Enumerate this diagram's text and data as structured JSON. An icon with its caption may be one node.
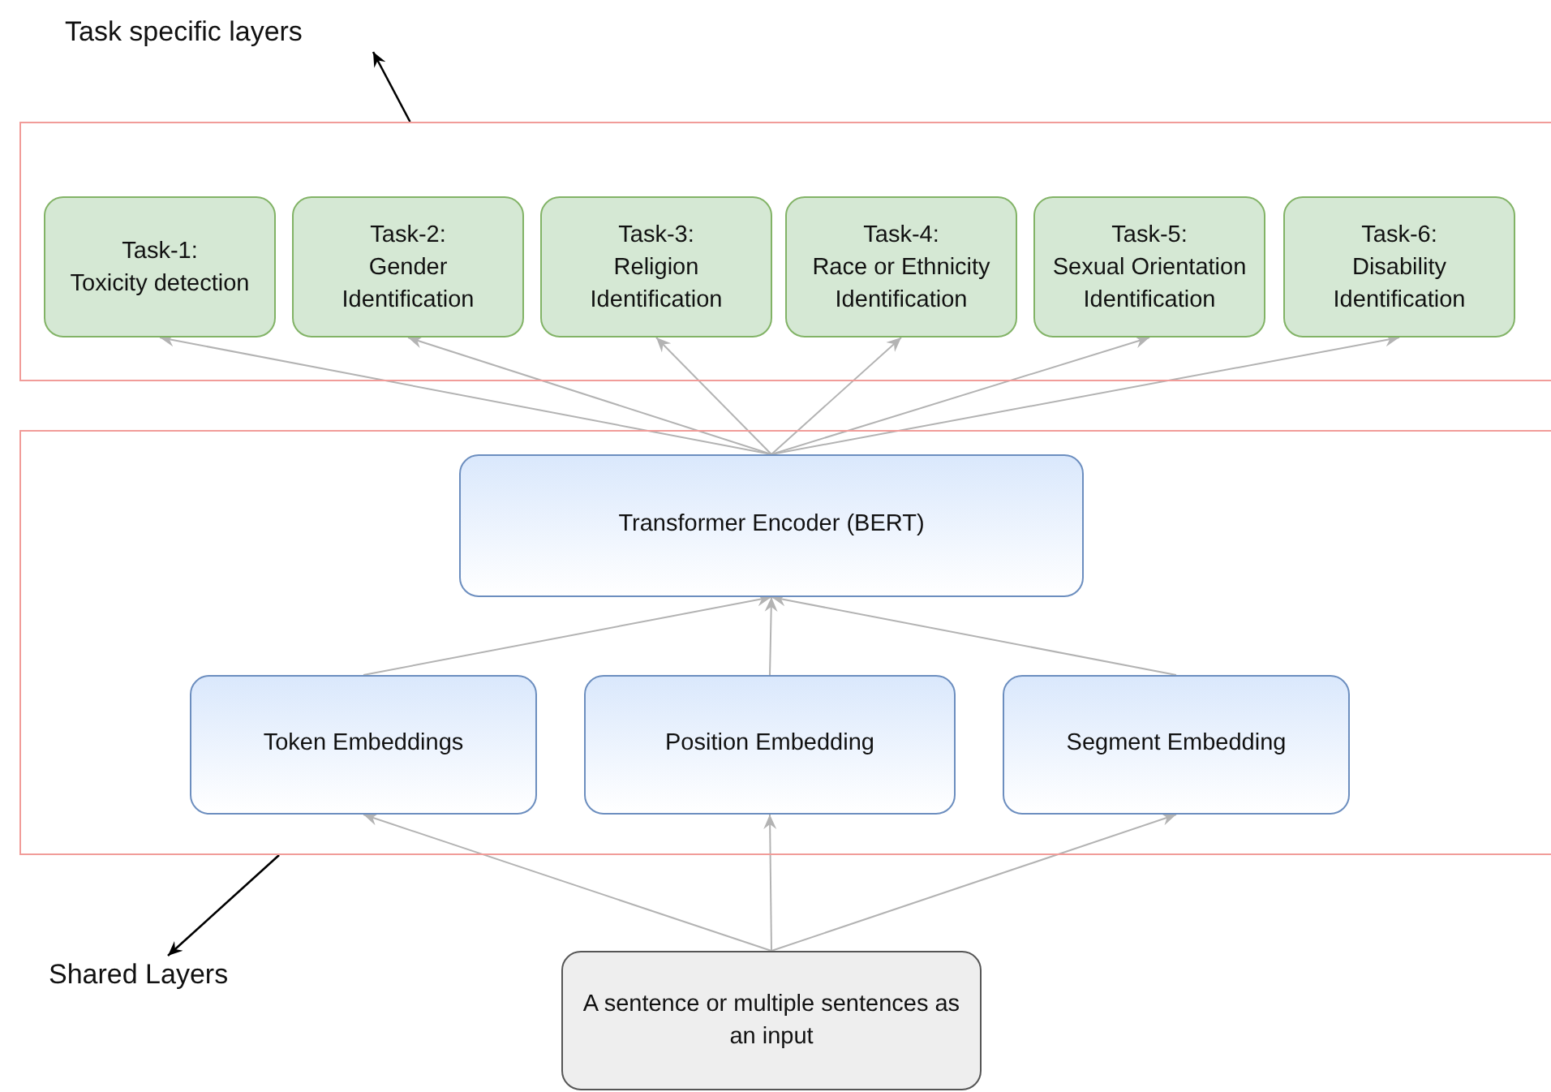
{
  "diagram": {
    "nodes": [
      {
        "text": [],
        "shape": "box"
      },
      {
        "text": [
          "Task-1:",
          "Toxicity detection"
        ],
        "in": 0
      },
      {
        "text": [
          "Task-2:",
          "Gender Identification"
        ],
        "in": 0
      },
      {
        "text": [
          "Task-3:",
          "Religion Identification"
        ],
        "in": 0
      },
      {
        "text": [
          "Task-4:",
          "Race or Ethnicity Identification"
        ],
        "in": 0
      },
      {
        "text": [
          "Task-5:",
          "Sexual Orientation Identification"
        ],
        "in": 0
      },
      {
        "text": [
          "Task-6:",
          "Disability Identification"
        ],
        "in": 0
      },
      {
        "text": [],
        "shape": "box"
      },
      {
        "text": [
          "Transformer Encoder (BERT)"
        ],
        "in": 7
      },
      {
        "text": [
          "Token Embeddings"
        ],
        "in": 7
      },
      {
        "text": [
          "Position Embedding"
        ],
        "in": 7
      },
      {
        "text": [
          "Segment Embedding"
        ],
        "in": 7
      },
      {
        "text": [
          "A sentence or multiple sentences as an input"
        ]
      },
      {
        "text": [
          "Task specific layers"
        ]
      },
      {
        "text": [
          "Shared Layers"
        ]
      }
    ],
    "edges": [
      {
        "from": 8,
        "to": 1,
        "arrow": "to"
      },
      {
        "from": 8,
        "to": 2,
        "arrow": "to"
      },
      {
        "from": 8,
        "to": 3,
        "arrow": "to"
      },
      {
        "from": 8,
        "to": 4,
        "arrow": "to"
      },
      {
        "from": 8,
        "to": 5,
        "arrow": "to"
      },
      {
        "from": 8,
        "to": 6,
        "arrow": "to"
      },
      {
        "from": 9,
        "to": 8,
        "arrow": "to"
      },
      {
        "from": 10,
        "to": 8,
        "arrow": "to"
      },
      {
        "from": 11,
        "to": 8,
        "arrow": "to"
      },
      {
        "from": 12,
        "to": 9,
        "arrow": "to"
      },
      {
        "from": 12,
        "to": 10,
        "arrow": "to"
      },
      {
        "from": 12,
        "to": 11,
        "arrow": "to"
      },
      {
        "from": 0,
        "to": 13,
        "arrow": "to",
        "color": "#000000"
      },
      {
        "from": 7,
        "to": 14,
        "arrow": "to",
        "color": "#000000"
      }
    ]
  }
}
